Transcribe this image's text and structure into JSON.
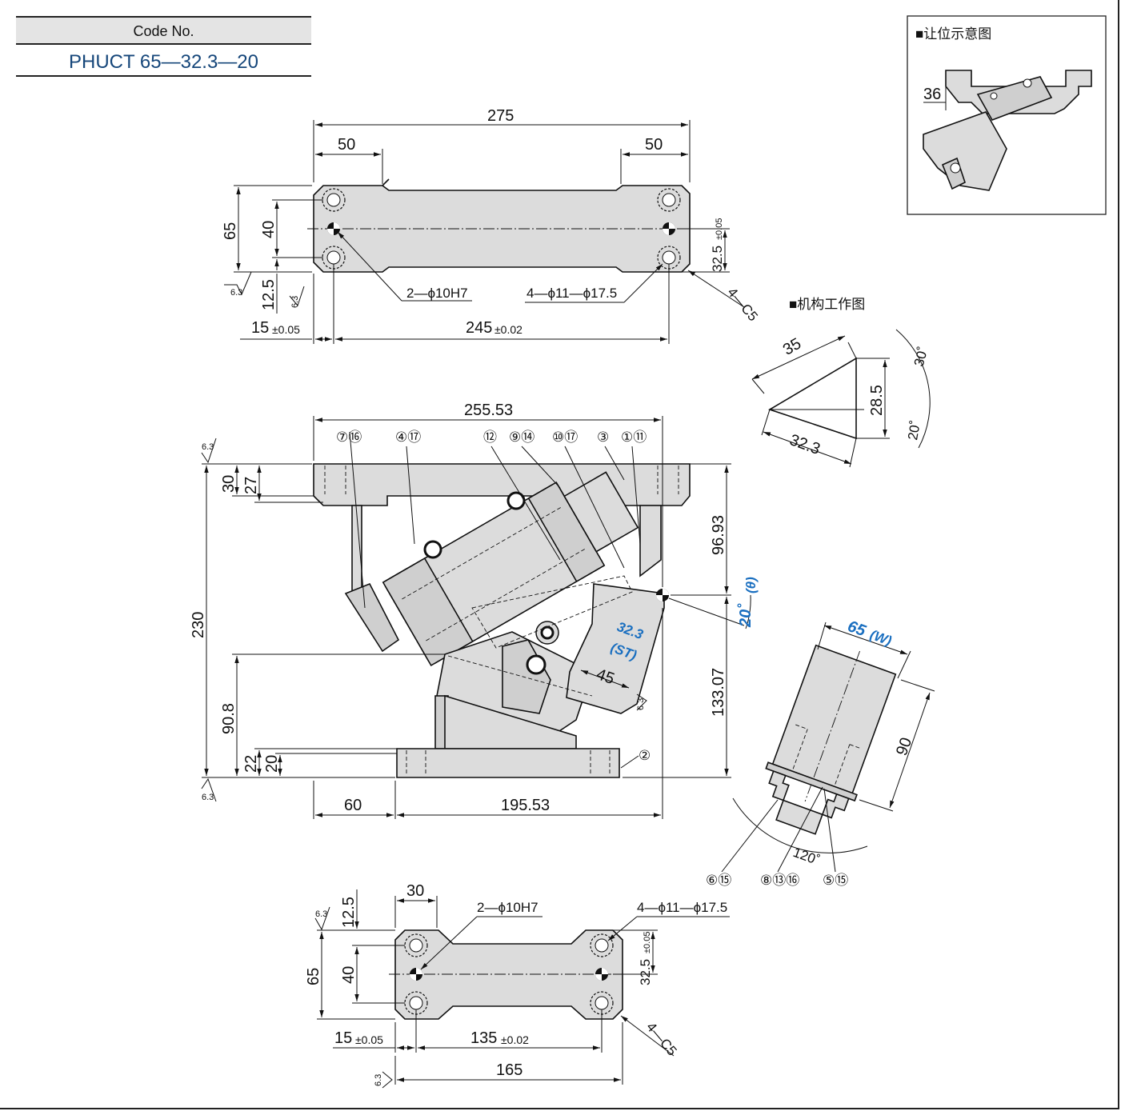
{
  "code_box": {
    "label": "Code No.",
    "value": "PHUCT 65—32.3—20"
  },
  "inset": {
    "title": "■让位示意图",
    "dim": "36"
  },
  "mechanism": {
    "title": "■机构工作图",
    "d35": "35",
    "d285": "28.5",
    "d323": "32.3",
    "a30": "30˚",
    "a20": "20˚"
  },
  "top_view": {
    "w275": "275",
    "w50a": "50",
    "w50b": "50",
    "h65": "65",
    "h40": "40",
    "h125": "12.5",
    "h325": "32.5",
    "h325_tol": "±0.05",
    "hole_pin": "2—ϕ10H7",
    "hole_bolt": "4—ϕ11—ϕ17.5",
    "chamfer": "4—C5",
    "d15": "15",
    "d15_tol": "±0.05",
    "d245": "245",
    "d245_tol": "±0.02",
    "rough": "6.3"
  },
  "front_view": {
    "w25553": "255.53",
    "h30": "30",
    "h27": "27",
    "h230": "230",
    "h908": "90.8",
    "h22": "22",
    "h20": "20",
    "w60": "60",
    "w19553": "195.53",
    "h9693": "96.93",
    "h13307": "133.07",
    "angle": "20˚",
    "angle_sym": "(θ)",
    "stroke": "32.3",
    "stroke_sym": "(ST)",
    "d45": "45",
    "rough": "6.3",
    "callouts": [
      "⑦⑯",
      "④⑰",
      "⑫",
      "⑨⑭",
      "⑩⑰",
      "③",
      "①⑪",
      "②"
    ]
  },
  "side_view": {
    "w65": "65",
    "w65_sym": "(W)",
    "h90": "90",
    "a120": "120˚",
    "callouts": [
      "⑥⑮",
      "⑧⑬⑯",
      "⑤⑮"
    ]
  },
  "bottom_view": {
    "w30": "30",
    "h125": "12.5",
    "h65": "65",
    "h40": "40",
    "h325": "32.5",
    "h325_tol": "±0.05",
    "hole_pin": "2—ϕ10H7",
    "hole_bolt": "4—ϕ11—ϕ17.5",
    "chamfer": "4—C5",
    "d15": "15",
    "d15_tol": "±0.05",
    "d135": "135",
    "d135_tol": "±0.02",
    "w165": "165",
    "rough": "6.3"
  }
}
